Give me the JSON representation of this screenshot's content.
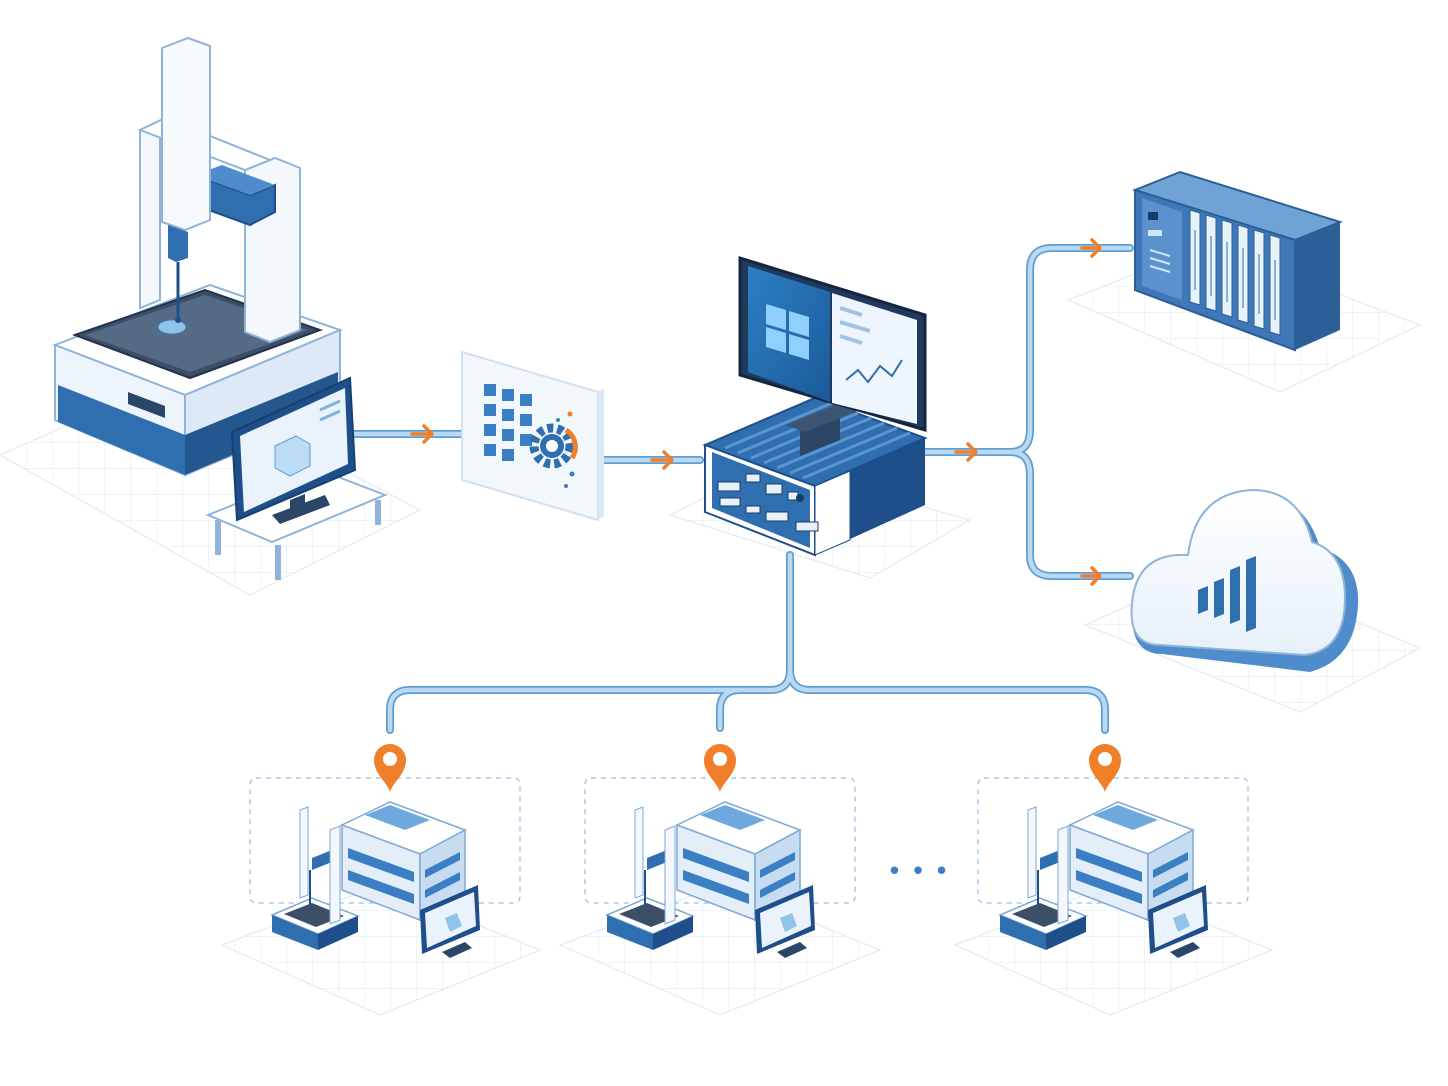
{
  "colors": {
    "connector": "#9cc7ea",
    "connector_outline": "#5f9ed3",
    "arrow": "#f07f2a",
    "pin": "#f07f2a",
    "primary_blue": "#2f6fb0",
    "dark_blue": "#1f4f8a",
    "light_panel": "#e8f1fa",
    "grid": "#dbe8f5",
    "white": "#ffffff"
  },
  "icons": {
    "cmm_machine": "coordinate-measuring-machine-icon",
    "cmm_monitor": "cmm-display-monitor-icon",
    "interface_panel": "interface-gear-panel-icon",
    "edge_computer": "industrial-edge-computer-icon",
    "desktop_monitor": "windows-monitor-icon",
    "plc_rack": "plc-controller-rack-icon",
    "cloud": "cloud-analytics-icon",
    "site_pin": "location-pin-icon",
    "site": "remote-factory-site-icon"
  },
  "sites": [
    {
      "id": "site-1"
    },
    {
      "id": "site-2"
    },
    {
      "id": "site-3"
    }
  ],
  "ellipsis": "• • •"
}
